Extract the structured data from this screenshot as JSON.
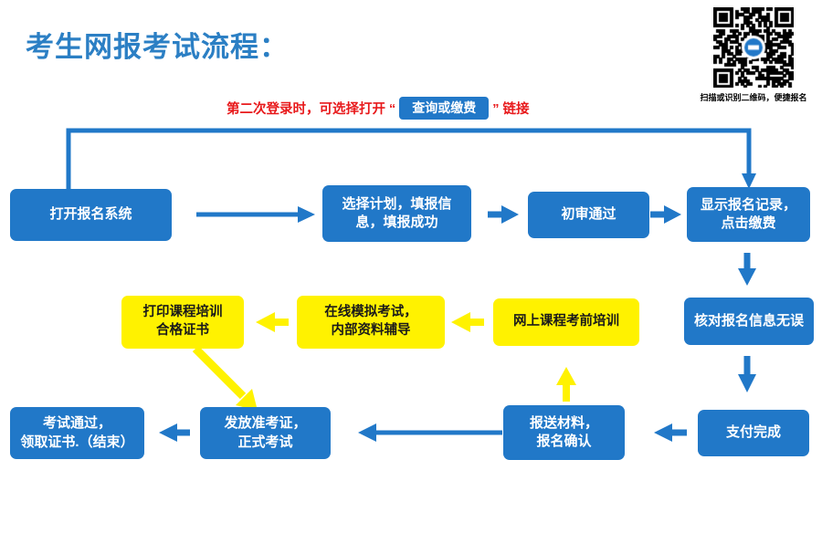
{
  "page": {
    "title": "考生网报考试流程：",
    "title_color": "#2b7fc4",
    "background": "#ffffff"
  },
  "palette": {
    "blue": "#2178c8",
    "yellow": "#fff200",
    "red": "#e8191b",
    "white": "#ffffff",
    "black": "#1a1a1a"
  },
  "qr": {
    "icon": "qr-code-icon",
    "caption": "扫描或识别二维码，便捷报名"
  },
  "annotation": {
    "prefix": "第二次登录时，可选择打开 “",
    "button_label": "查询或缴费",
    "suffix": "” 链接"
  },
  "flow": {
    "nodes": [
      {
        "id": "n1",
        "label_lines": [
          "打开报名系统"
        ],
        "color": "blue"
      },
      {
        "id": "n2",
        "label_lines": [
          "选择计划，填报信",
          "息，填报成功"
        ],
        "color": "blue"
      },
      {
        "id": "n3",
        "label_lines": [
          "初审通过"
        ],
        "color": "blue"
      },
      {
        "id": "n4",
        "label_lines": [
          "显示报名记录，",
          "点击缴费"
        ],
        "color": "blue"
      },
      {
        "id": "n5",
        "label_lines": [
          "核对报名信息无误"
        ],
        "color": "blue"
      },
      {
        "id": "n6",
        "label_lines": [
          "支付完成"
        ],
        "color": "blue"
      },
      {
        "id": "n7",
        "label_lines": [
          "报送材料，",
          "报名确认"
        ],
        "color": "blue"
      },
      {
        "id": "n8",
        "label_lines": [
          "网上课程考前培训"
        ],
        "color": "yellow"
      },
      {
        "id": "n9",
        "label_lines": [
          "在线模拟考试，",
          "内部资料辅导"
        ],
        "color": "yellow"
      },
      {
        "id": "n10",
        "label_lines": [
          "打印课程培训",
          "合格证书"
        ],
        "color": "yellow"
      },
      {
        "id": "n11",
        "label_lines": [
          "发放准考证，",
          "正式考试"
        ],
        "color": "blue"
      },
      {
        "id": "n12",
        "label_lines": [
          "考试通过，",
          "领取证书.（结束）"
        ],
        "color": "blue"
      }
    ],
    "edges": [
      {
        "from": "n1",
        "to": "n4",
        "style": "bracket-up",
        "color": "#2178c8",
        "name": "loop-back-to-payment-record"
      },
      {
        "from": "n1",
        "to": "n2",
        "style": "right-long",
        "color": "#2178c8",
        "name": "open-system-to-select-plan"
      },
      {
        "from": "n2",
        "to": "n3",
        "style": "right-short",
        "color": "#2178c8",
        "name": "select-plan-to-first-review"
      },
      {
        "from": "n3",
        "to": "n4",
        "style": "right-short",
        "color": "#2178c8",
        "name": "first-review-to-show-record"
      },
      {
        "from": "n4",
        "to": "n5",
        "style": "down",
        "color": "#2178c8",
        "name": "show-record-to-verify-info"
      },
      {
        "from": "n5",
        "to": "n6",
        "style": "down",
        "color": "#2178c8",
        "name": "verify-info-to-payment-done"
      },
      {
        "from": "n6",
        "to": "n7",
        "style": "left-short",
        "color": "#2178c8",
        "name": "payment-done-to-submit-materials"
      },
      {
        "from": "n7",
        "to": "n8",
        "style": "up",
        "color": "#fff200",
        "name": "submit-materials-to-online-training"
      },
      {
        "from": "n8",
        "to": "n9",
        "style": "left-short",
        "color": "#fff200",
        "name": "online-training-to-mock-exam"
      },
      {
        "from": "n9",
        "to": "n10",
        "style": "left-short",
        "color": "#fff200",
        "name": "mock-exam-to-print-certificate"
      },
      {
        "from": "n10",
        "to": "n11",
        "style": "diagonal",
        "color": "#fff200",
        "name": "print-certificate-to-issue-admit-card"
      },
      {
        "from": "n7",
        "to": "n11",
        "style": "left-long",
        "color": "#2178c8",
        "name": "submit-materials-to-issue-admit-card"
      },
      {
        "from": "n11",
        "to": "n12",
        "style": "left-short",
        "color": "#2178c8",
        "name": "issue-admit-card-to-exam-passed"
      }
    ]
  }
}
